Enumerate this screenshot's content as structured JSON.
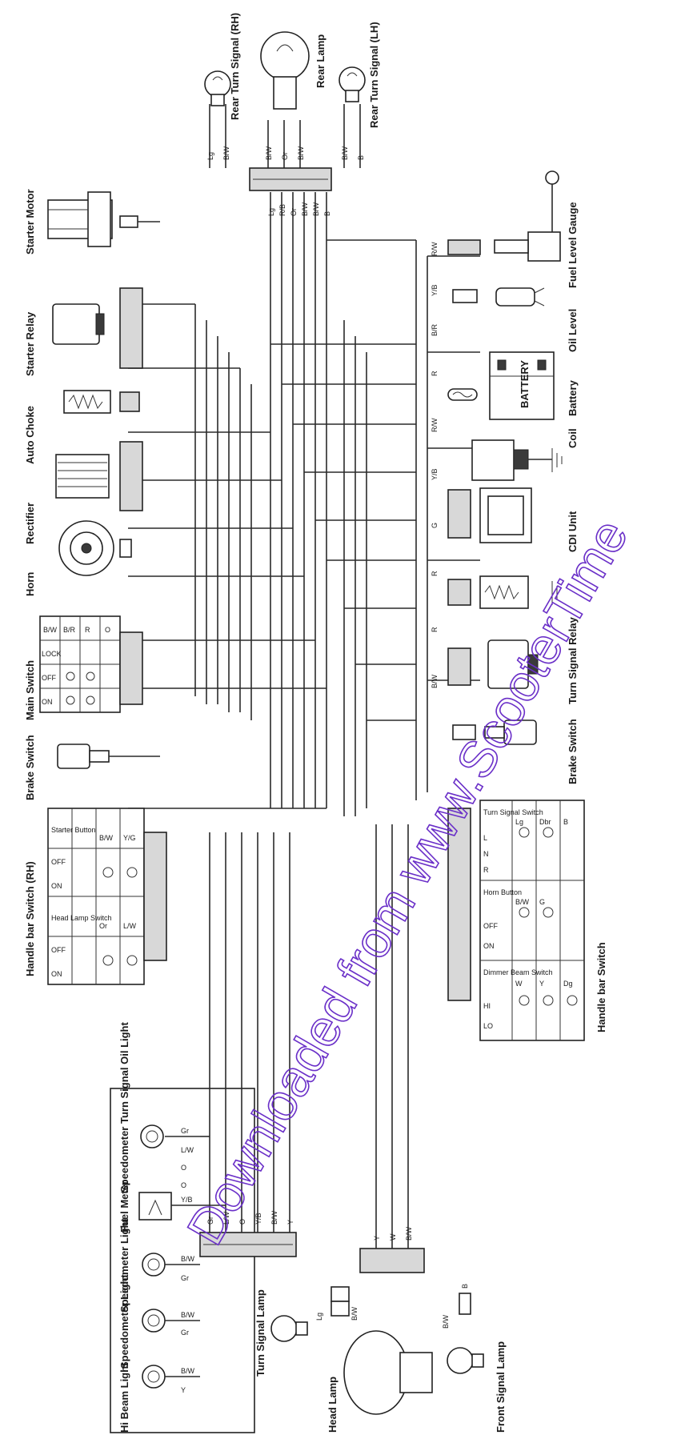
{
  "components": {
    "rear_turn_signal_rh": "Rear Turn Signal (RH)",
    "rear_lamp": "Rear Lamp",
    "rear_turn_signal_lh": "Rear Turn Signal (LH)",
    "starter_motor": "Starter Motor",
    "starter_relay": "Starter Relay",
    "auto_choke": "Auto Choke",
    "rectifier": "Rectifier",
    "horn": "Horn",
    "main_switch": "Main Switch",
    "brake_switch": "Brake Switch",
    "handle_bar_switch_rh": "Handle bar Switch (RH)",
    "fuel_level_gauge": "Fuel Level Gauge",
    "oil_level": "Oil Level",
    "battery": "Battery",
    "battery_label": "BATTERY",
    "coil": "Coil",
    "cdi_unit": "CDI Unit",
    "turn_signal_relay": "Turn Signal Relay",
    "brake_switch_lower": "Brake Switch",
    "handle_bar_switch_lh": "Handle bar Switch",
    "speedometer_turn_signal_oil_light": "Speedometer Turn Signal Oil Light",
    "fuel_meter": "Fuel Meter",
    "speedometer_light_1": "Speedometer Light",
    "speedometer_light_2": "Speedometer Light",
    "high_beam_light": "Hi Beam Light",
    "turn_signal_lamp": "Turn Signal Lamp",
    "head_lamp": "Head Lamp",
    "front_turn_signal_lamp": "Front Signal Lamp",
    "watermark": "Downloaded from www.ScooterTime"
  },
  "switch_tables": {
    "main_switch": {
      "headers": [
        "B/W",
        "B/R",
        "R",
        "O"
      ],
      "rows": [
        "LOCK",
        "OFF",
        "ON"
      ]
    },
    "starter_button": {
      "title": "Starter Button",
      "headers": [
        "B/W",
        "Y/G"
      ],
      "rows": [
        "OFF",
        "ON"
      ]
    },
    "head_lamp_switch": {
      "title": "Head Lamp Switch",
      "headers": [
        "Or",
        "L/W"
      ],
      "rows": [
        "OFF",
        "ON"
      ]
    },
    "dimmer_switch": {
      "title": "Dimmer Beam Switch",
      "headers": [
        "W",
        "Y",
        "Dg"
      ],
      "rows": [
        "HI",
        "LO"
      ]
    },
    "horn_button": {
      "title": "Horn Button",
      "headers": [
        "B/W",
        "G"
      ],
      "rows": [
        "OFF",
        "ON"
      ]
    },
    "turn_signal_switch": {
      "title": "Turn Signal Switch",
      "headers": [
        "Lg",
        "Dbr",
        "B"
      ],
      "rows": [
        "L",
        "N",
        "R"
      ]
    }
  },
  "wire_labels": {
    "rear_top": [
      "Lg",
      "B/W",
      "B/W",
      "Or",
      "B/W",
      "B/W",
      "B"
    ],
    "rear_harness": [
      "Lg",
      "R/B",
      "Or",
      "B/W",
      "B/W",
      "B"
    ],
    "right_connectors": [
      "R/W",
      "Y/B",
      "B/R",
      "R",
      "R/W",
      "Y/B",
      "G",
      "R",
      "R",
      "B/W"
    ],
    "left_dash": [
      "Gr",
      "L/W",
      "O",
      "O",
      "Y/B",
      "B/W",
      "Gr",
      "B/W",
      "Gr",
      "B/W",
      "Y"
    ],
    "left_harness": [
      "Gr",
      "L/W",
      "O",
      "Y/B",
      "B/W",
      "Y"
    ],
    "lower_connectors": [
      "Lg",
      "B/W",
      "Y",
      "W",
      "B/W",
      "B/W",
      "B"
    ]
  }
}
